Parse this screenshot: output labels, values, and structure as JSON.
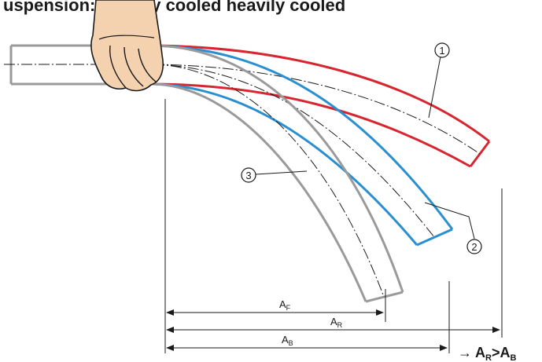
{
  "header": {
    "title_fragment": "uspension: slightly cooled heavily cooled"
  },
  "colors": {
    "red": "#d7262f",
    "blue": "#2a8fd0",
    "gray": "#9a9a9a",
    "skin": "#f4d2b0"
  },
  "callouts": [
    {
      "id": "1",
      "label": "1"
    },
    {
      "id": "2",
      "label": "2"
    },
    {
      "id": "3",
      "label": "3"
    }
  ],
  "dimensions": {
    "af": {
      "main": "A",
      "sub": "F"
    },
    "ar": {
      "main": "A",
      "sub": "R"
    },
    "ab": {
      "main": "A",
      "sub": "B"
    }
  },
  "result": {
    "arrow": "→",
    "lhs_main": "A",
    "lhs_sub": "R",
    "op": ">",
    "rhs_main": "A",
    "rhs_sub": "B"
  }
}
